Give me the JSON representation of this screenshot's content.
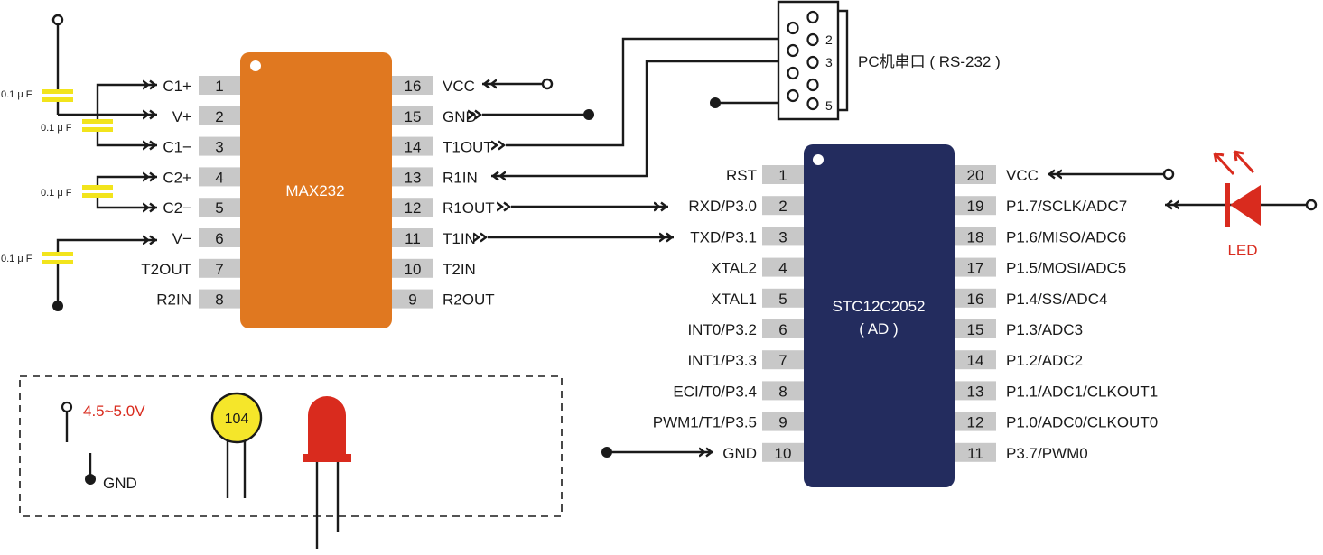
{
  "max232": {
    "name": "MAX232",
    "left_pins": [
      {
        "num": "1",
        "label": "C1+"
      },
      {
        "num": "2",
        "label": "V+"
      },
      {
        "num": "3",
        "label": "C1−"
      },
      {
        "num": "4",
        "label": "C2+"
      },
      {
        "num": "5",
        "label": "C2−"
      },
      {
        "num": "6",
        "label": "V−"
      },
      {
        "num": "7",
        "label": "T2OUT"
      },
      {
        "num": "8",
        "label": "R2IN"
      }
    ],
    "right_pins": [
      {
        "num": "16",
        "label": "VCC"
      },
      {
        "num": "15",
        "label": "GND"
      },
      {
        "num": "14",
        "label": "T1OUT"
      },
      {
        "num": "13",
        "label": "R1IN"
      },
      {
        "num": "12",
        "label": "R1OUT"
      },
      {
        "num": "11",
        "label": "T1IN"
      },
      {
        "num": "10",
        "label": "T2IN"
      },
      {
        "num": "9",
        "label": "R2OUT"
      }
    ]
  },
  "stc": {
    "name_line1": "STC12C2052",
    "name_line2": "( AD )",
    "left_pins": [
      {
        "num": "1",
        "label": "RST"
      },
      {
        "num": "2",
        "label": "RXD/P3.0"
      },
      {
        "num": "3",
        "label": "TXD/P3.1"
      },
      {
        "num": "4",
        "label": "XTAL2"
      },
      {
        "num": "5",
        "label": "XTAL1"
      },
      {
        "num": "6",
        "label": "INT0/P3.2"
      },
      {
        "num": "7",
        "label": "INT1/P3.3"
      },
      {
        "num": "8",
        "label": "ECI/T0/P3.4"
      },
      {
        "num": "9",
        "label": "PWM1/T1/P3.5"
      },
      {
        "num": "10",
        "label": "GND"
      }
    ],
    "right_pins": [
      {
        "num": "20",
        "label": "VCC"
      },
      {
        "num": "19",
        "label": "P1.7/SCLK/ADC7"
      },
      {
        "num": "18",
        "label": "P1.6/MISO/ADC6"
      },
      {
        "num": "17",
        "label": "P1.5/MOSI/ADC5"
      },
      {
        "num": "16",
        "label": "P1.4/SS/ADC4"
      },
      {
        "num": "15",
        "label": "P1.3/ADC3"
      },
      {
        "num": "14",
        "label": "P1.2/ADC2"
      },
      {
        "num": "13",
        "label": "P1.1/ADC1/CLKOUT1"
      },
      {
        "num": "12",
        "label": "P1.0/ADC0/CLKOUT0"
      },
      {
        "num": "11",
        "label": "P3.7/PWM0"
      }
    ]
  },
  "connector": {
    "label": "PC机串口 ( RS-232 )",
    "pin_labels": [
      "2",
      "3",
      "5"
    ]
  },
  "capacitors": [
    "0.1 μ F",
    "0.1 μ F",
    "0.1 μ F",
    "0.1 μ F"
  ],
  "led_label": "LED",
  "legend": {
    "voltage": "4.5~5.0V",
    "gnd": "GND",
    "cap_code": "104"
  },
  "colors": {
    "max232_body": "#E07820",
    "stc_body": "#232C5E",
    "pin_box": "#C8C8C8",
    "capacitor": "#F2E41C",
    "led_red": "#D92B1E",
    "legend_cap": "#F5E62A",
    "voltage_text": "#D92B1E",
    "wire": "#1A1A1A"
  }
}
